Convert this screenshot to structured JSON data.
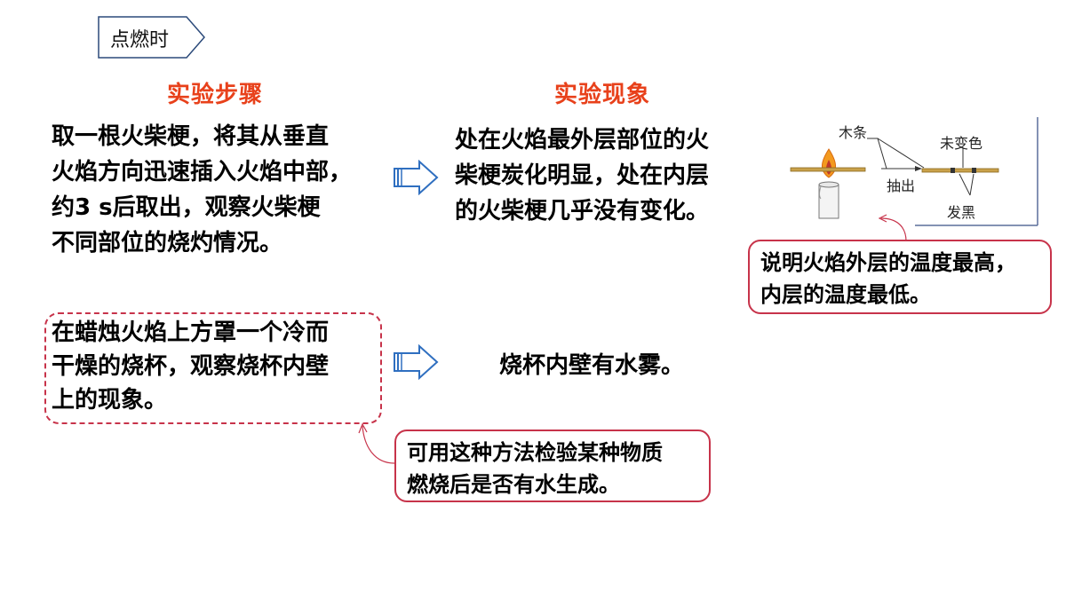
{
  "tag": {
    "label": "点燃时"
  },
  "headers": {
    "steps": "实验步骤",
    "phenomena": "实验现象"
  },
  "row1": {
    "step_lines": [
      "取一根火柴梗，将其从垂直",
      "火焰方向迅速插入火焰中部，",
      "约3 s后取出，观察火柴梗",
      "不同部位的烧灼情况。"
    ],
    "result_lines": [
      "处在火焰最外层部位的火",
      "柴梗炭化明显，处在内层",
      "的火柴梗几乎没有变化。"
    ],
    "figure": {
      "label_wood": "木条",
      "label_unchanged": "未变色",
      "label_pull": "抽出",
      "label_black": "发黑"
    },
    "conclusion_lines": [
      "说明火焰外层的温度最高，",
      "内层的温度最低。"
    ]
  },
  "row2": {
    "step_lines": [
      "在蜡烛火焰上方罩一个冷而",
      "干燥的烧杯，观察烧杯内壁",
      "上的现象。"
    ],
    "result": "烧杯内壁有水雾。",
    "note_lines": [
      "可用这种方法检验某种物质",
      "燃烧后是否有水生成。"
    ]
  },
  "colors": {
    "heading": "#e8411b",
    "callout_border": "#c7334a",
    "arrow": "#2f6fc0"
  }
}
